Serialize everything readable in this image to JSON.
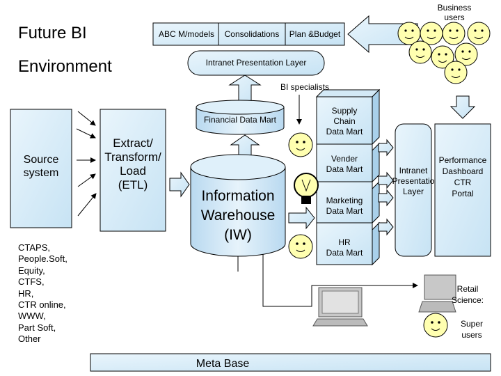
{
  "title": {
    "line1": "Future BI",
    "line2": "Environment"
  },
  "top_bar": {
    "abc": "ABC M/models",
    "consolidations": "Consolidations",
    "plan_budget": "Plan &Budget",
    "presentation": "Intranet Presentation Layer"
  },
  "labels": {
    "bi_specialists": "BI specialists",
    "business_users": [
      "Business",
      "users"
    ],
    "source_system": [
      "Source",
      "system"
    ],
    "source_list": [
      "CTAPS,",
      "People.Soft,",
      "Equity,",
      "CTFS,",
      "HR,",
      "CTR online,",
      "WWW,",
      "Part Soft,",
      "Other"
    ],
    "etl": [
      "Extract/",
      "Transform/",
      "Load",
      "(ETL)"
    ],
    "financial_mart": "Financial Data Mart",
    "warehouse": [
      "Information",
      "Warehouse",
      "(IW)"
    ],
    "meta_base": "Meta Base",
    "intranet_layer": [
      "Intranet",
      "Presentatio",
      "Layer"
    ],
    "dashboard": [
      "Performance",
      "Dashboard",
      "CTR",
      "Portal"
    ],
    "retail_science": [
      "Retail",
      "Science:"
    ],
    "super_users": [
      "Super",
      "users"
    ]
  },
  "marts": [
    [
      "Supply",
      "Chain",
      "Data Mart"
    ],
    [
      "Vender",
      "Data Mart"
    ],
    [
      "Marketing",
      "Data Mart"
    ],
    [
      "HR",
      "Data Mart"
    ]
  ]
}
